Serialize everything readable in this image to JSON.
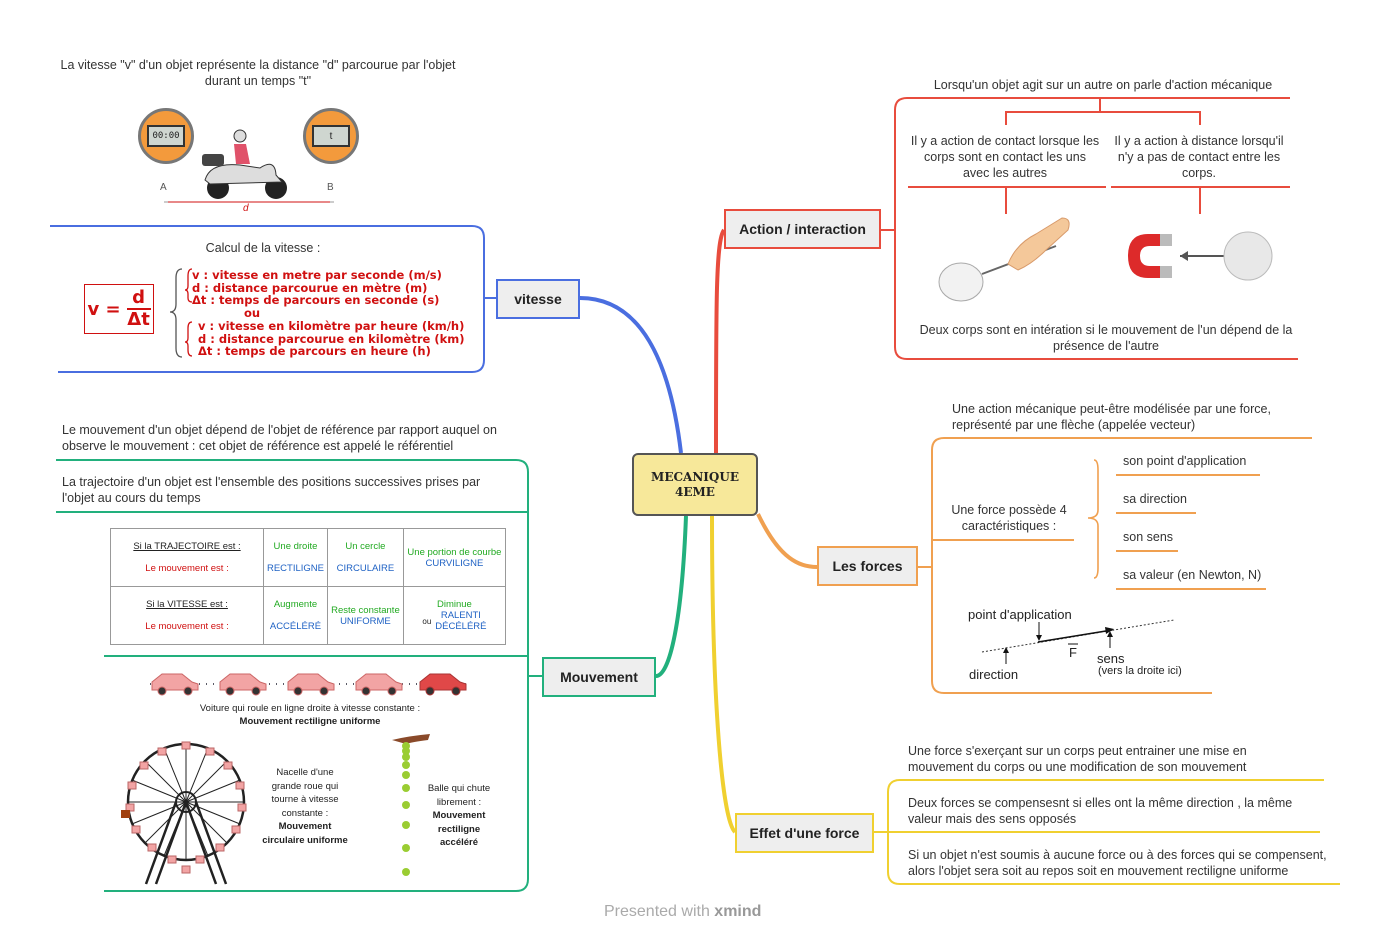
{
  "central": {
    "line1": "MECANIQUE",
    "line2": "4EME"
  },
  "colors": {
    "vitesse": "#4a6ee0",
    "action": "#e84c3d",
    "forces": "#f0a050",
    "effet": "#f0d030",
    "mouvement": "#22b07d"
  },
  "vitesse": {
    "label": "vitesse",
    "definition": "La vitesse \"v\" d'un objet représente la distance \"d\" parcourue par l'objet durant un temps \"t\"",
    "stopwatch1": "00:00",
    "stopwatch2": "t",
    "point_a": "A",
    "point_b": "B",
    "distance": "d",
    "calc_title": "Calcul de la vitesse :",
    "formula": {
      "v": "v =",
      "num": "d",
      "den": "Δt"
    },
    "legend1": [
      "v : vitesse en metre par seconde (m/s)",
      "d : distance parcourue en mètre (m)",
      "Δt : temps de parcours en seconde (s)"
    ],
    "ou": "ou",
    "legend2": [
      "v : vitesse en kilomètre par heure (km/h)",
      "d : distance parcourue en kilomètre (km)",
      "Δt : temps de parcours en heure (h)"
    ]
  },
  "action": {
    "label": "Action / interaction",
    "intro": "Lorsqu'un objet agit sur un autre on parle d'action mécanique",
    "contact": "Il y a action de contact lorsque les corps sont en contact les uns avec les autres",
    "distance": "Il y a action à distance lorsqu'il n'y a pas de contact entre les corps.",
    "interaction": "Deux corps sont en intération si le mouvement de l'un dépend de la présence de l'autre"
  },
  "forces": {
    "label": "Les forces",
    "intro": "Une action mécanique peut-être modélisée par une force, représenté par une flèche (appelée vecteur)",
    "possede": "Une force possède 4 caractéristiques :",
    "items": [
      "son point d'application",
      "sa direction",
      "son sens",
      "sa valeur (en Newton, N)"
    ],
    "diagram": {
      "point": "point d'application",
      "f": "F",
      "sens": "sens",
      "sens_note": "(vers la droite ici)",
      "direction": "direction"
    }
  },
  "effet": {
    "label": "Effet d'une force",
    "intro": "Une force s'exerçant sur un corps peut entrainer une mise en mouvement du corps ou une modification de son mouvement",
    "compense": "Deux forces se compensesnt si elles ont la même direction , la même valeur mais des sens opposés",
    "repos": "Si un objet n'est soumis à aucune force ou à des forces qui se compensent, alors l'objet sera soit au repos soit en mouvement rectiligne uniforme"
  },
  "mouvement": {
    "label": "Mouvement",
    "referentiel": "Le mouvement d'un objet dépend de l'objet de référence par rapport auquel on observe le mouvement : cet objet de référence est appelé le référentiel",
    "trajectoire": "La trajectoire d'un objet est l'ensemble des positions successives prises par l'objet au cours du temps",
    "table": {
      "row1_head": "Si la  TRAJECTOIRE est :",
      "row1_sub": "Le mouvement est :",
      "row1": [
        [
          "Une droite",
          "RECTILIGNE"
        ],
        [
          "Un cercle",
          "CIRCULAIRE"
        ],
        [
          "Une portion de courbe",
          "CURVILIGNE"
        ]
      ],
      "row2_head": "Si la VITESSE est :",
      "row2_sub": "Le mouvement est :",
      "row2": [
        [
          "Augmente",
          "ACCÉLÉRÉ"
        ],
        [
          "Reste constante",
          "UNIFORME"
        ],
        [
          "Diminue",
          "RALENTI",
          "DÉCÉLÉRÉ"
        ]
      ],
      "ou": "ou"
    },
    "voiture": "Voiture qui roule en ligne droite à vitesse constante :",
    "voiture_type": "Mouvement rectiligne uniforme",
    "nacelle": "Nacelle d'une grande roue qui tourne à vitesse constante :",
    "nacelle_type": "Mouvement circulaire uniforme",
    "balle": "Balle qui chute librement :",
    "balle_type": "Mouvement rectiligne accéléré"
  },
  "footer": {
    "text": "Presented with",
    "brand": "xmind"
  }
}
